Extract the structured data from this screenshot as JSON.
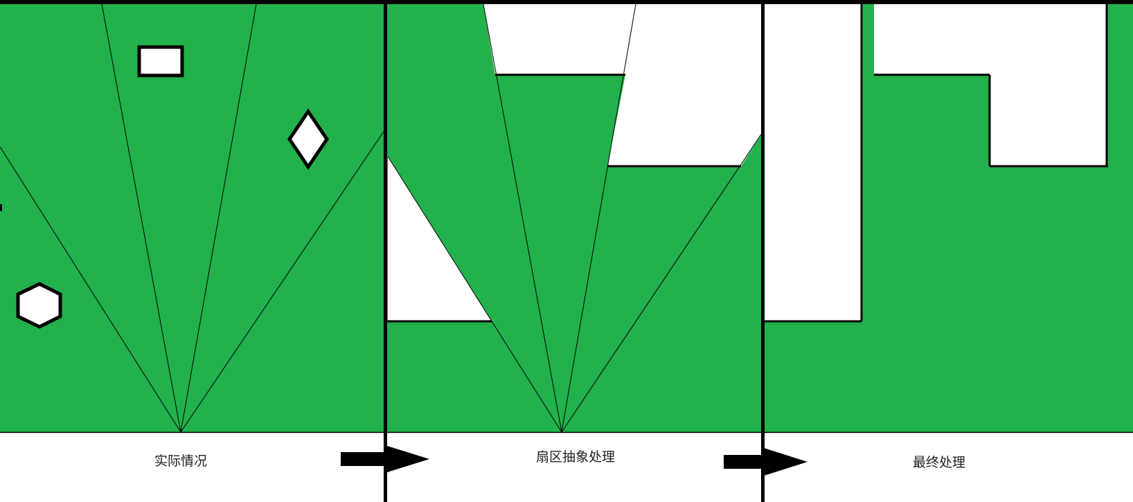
{
  "colors": {
    "fill": "#22b14c",
    "line": "#000000",
    "background": "#ffffff"
  },
  "panels": [
    {
      "caption": "实际情况"
    },
    {
      "caption": "扇区抽象处理"
    },
    {
      "caption": "最终处理"
    }
  ],
  "arrows": [
    {
      "name": "arrow-right-icon"
    },
    {
      "name": "arrow-right-icon"
    }
  ],
  "obstacles": [
    {
      "shape": "rectangle"
    },
    {
      "shape": "diamond"
    },
    {
      "shape": "hexagon"
    }
  ]
}
